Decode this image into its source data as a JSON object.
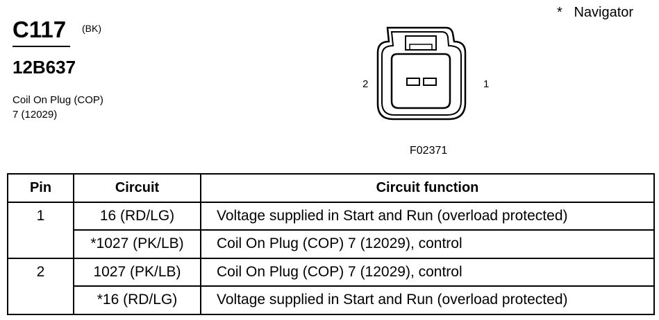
{
  "header": {
    "connector_id": "C117",
    "color_code": "(BK)",
    "part_number": "12B637",
    "description_line1": "Coil On Plug (COP)",
    "description_line2": "7 (12029)",
    "note": "*   Navigator"
  },
  "diagram": {
    "pin_label_left": "2",
    "pin_label_right": "1",
    "figure_code": "F02371"
  },
  "table": {
    "columns": [
      "Pin",
      "Circuit",
      "Circuit function"
    ],
    "rows": [
      {
        "pin": "1",
        "circuit": "16 (RD/LG)",
        "function": "Voltage supplied in Start and Run (overload protected)"
      },
      {
        "pin": "",
        "circuit": "*1027 (PK/LB)",
        "function": "Coil On Plug (COP) 7 (12029), control"
      },
      {
        "pin": "2",
        "circuit": "1027 (PK/LB)",
        "function": "Coil On Plug (COP) 7 (12029), control"
      },
      {
        "pin": "",
        "circuit": "*16 (RD/LG)",
        "function": "Voltage supplied in Start and Run (overload protected)"
      }
    ]
  }
}
